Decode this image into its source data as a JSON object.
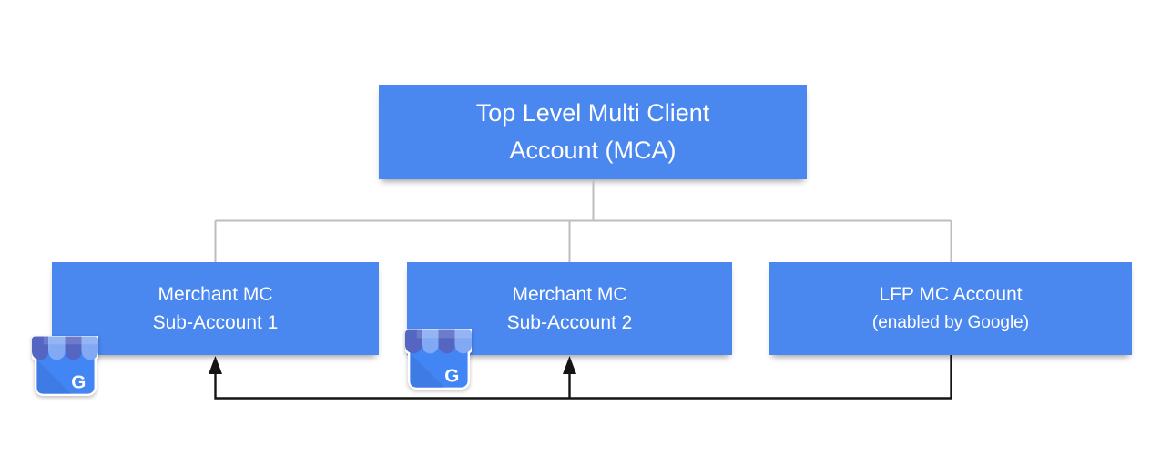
{
  "diagram": {
    "title_hint": "Merchant Center account hierarchy",
    "top_box": {
      "line1": "Top Level Multi Client",
      "line2": "Account (MCA)"
    },
    "sub_box_1": {
      "line1": "Merchant MC",
      "line2": "Sub-Account 1"
    },
    "sub_box_2": {
      "line1": "Merchant MC",
      "line2": "Sub-Account 2"
    },
    "lfp_box": {
      "line1": "LFP MC Account",
      "line2": "(enabled by Google)"
    },
    "icons": {
      "g_letter": "G"
    },
    "colors": {
      "box_fill": "#4A87EE",
      "box_text": "#FFFFFF",
      "connector_gray": "#BDBDBD",
      "arrow_black": "#141414",
      "icon_body": "#4285F4",
      "icon_body_shade": "#3F7BE4",
      "icon_awning_indigo": "#5566C2",
      "icon_awning_light": "#82A9F4",
      "canvas_bg": "#FFFFFF"
    }
  }
}
